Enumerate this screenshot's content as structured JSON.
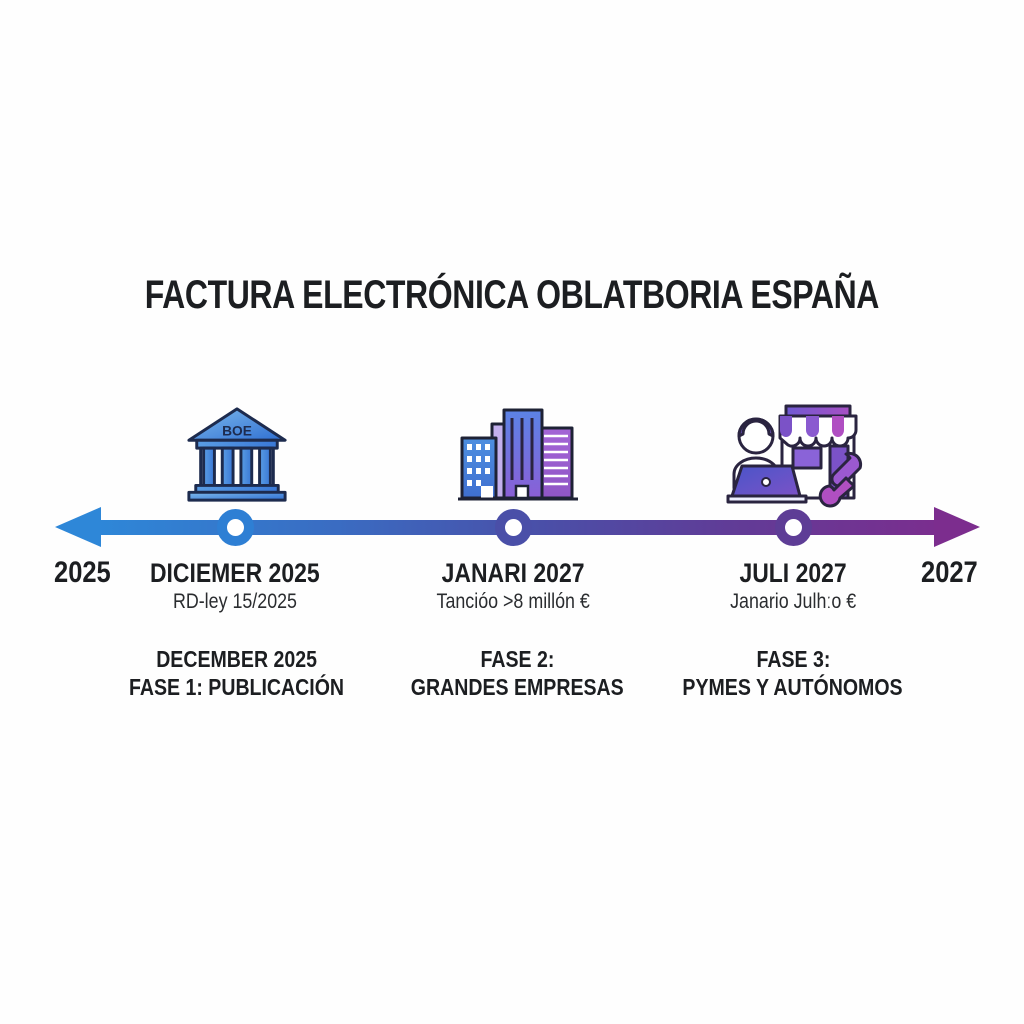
{
  "title": "FACTURA ELECTRÓNICA OBLATBORIA ESPAÑA",
  "timeline": {
    "start_year": "2025",
    "end_year": "2027",
    "bar_color_start": "#2e87d8",
    "bar_color_mid": "#4a4fa8",
    "bar_color_end": "#7c2d8e"
  },
  "milestones": [
    {
      "icon": "boe-bank-icon",
      "icon_text": "BOE",
      "date": "DICIEMER 2025",
      "subtitle": "RD-ley 15/2025",
      "phase_line1": "DECEMBER 2025",
      "phase_line2": "FASE 1: PUBLICACIÓN",
      "dot_color": "#2e7fd4"
    },
    {
      "icon": "office-buildings-icon",
      "date": "JANARI 2027",
      "subtitle": "Tancióo >8 millón €",
      "phase_line1": "FASE 2:",
      "phase_line2": "GRANDES EMPRESAS",
      "dot_color": "#4a4fa8"
    },
    {
      "icon": "freelancer-store-wrench-icon",
      "date": "JULI 2027",
      "subtitle": "Janario Julhːo €",
      "phase_line1": "FASE 3:",
      "phase_line2": "PYMES Y AUTÓNOMOS",
      "dot_color": "#5e3d96"
    }
  ]
}
